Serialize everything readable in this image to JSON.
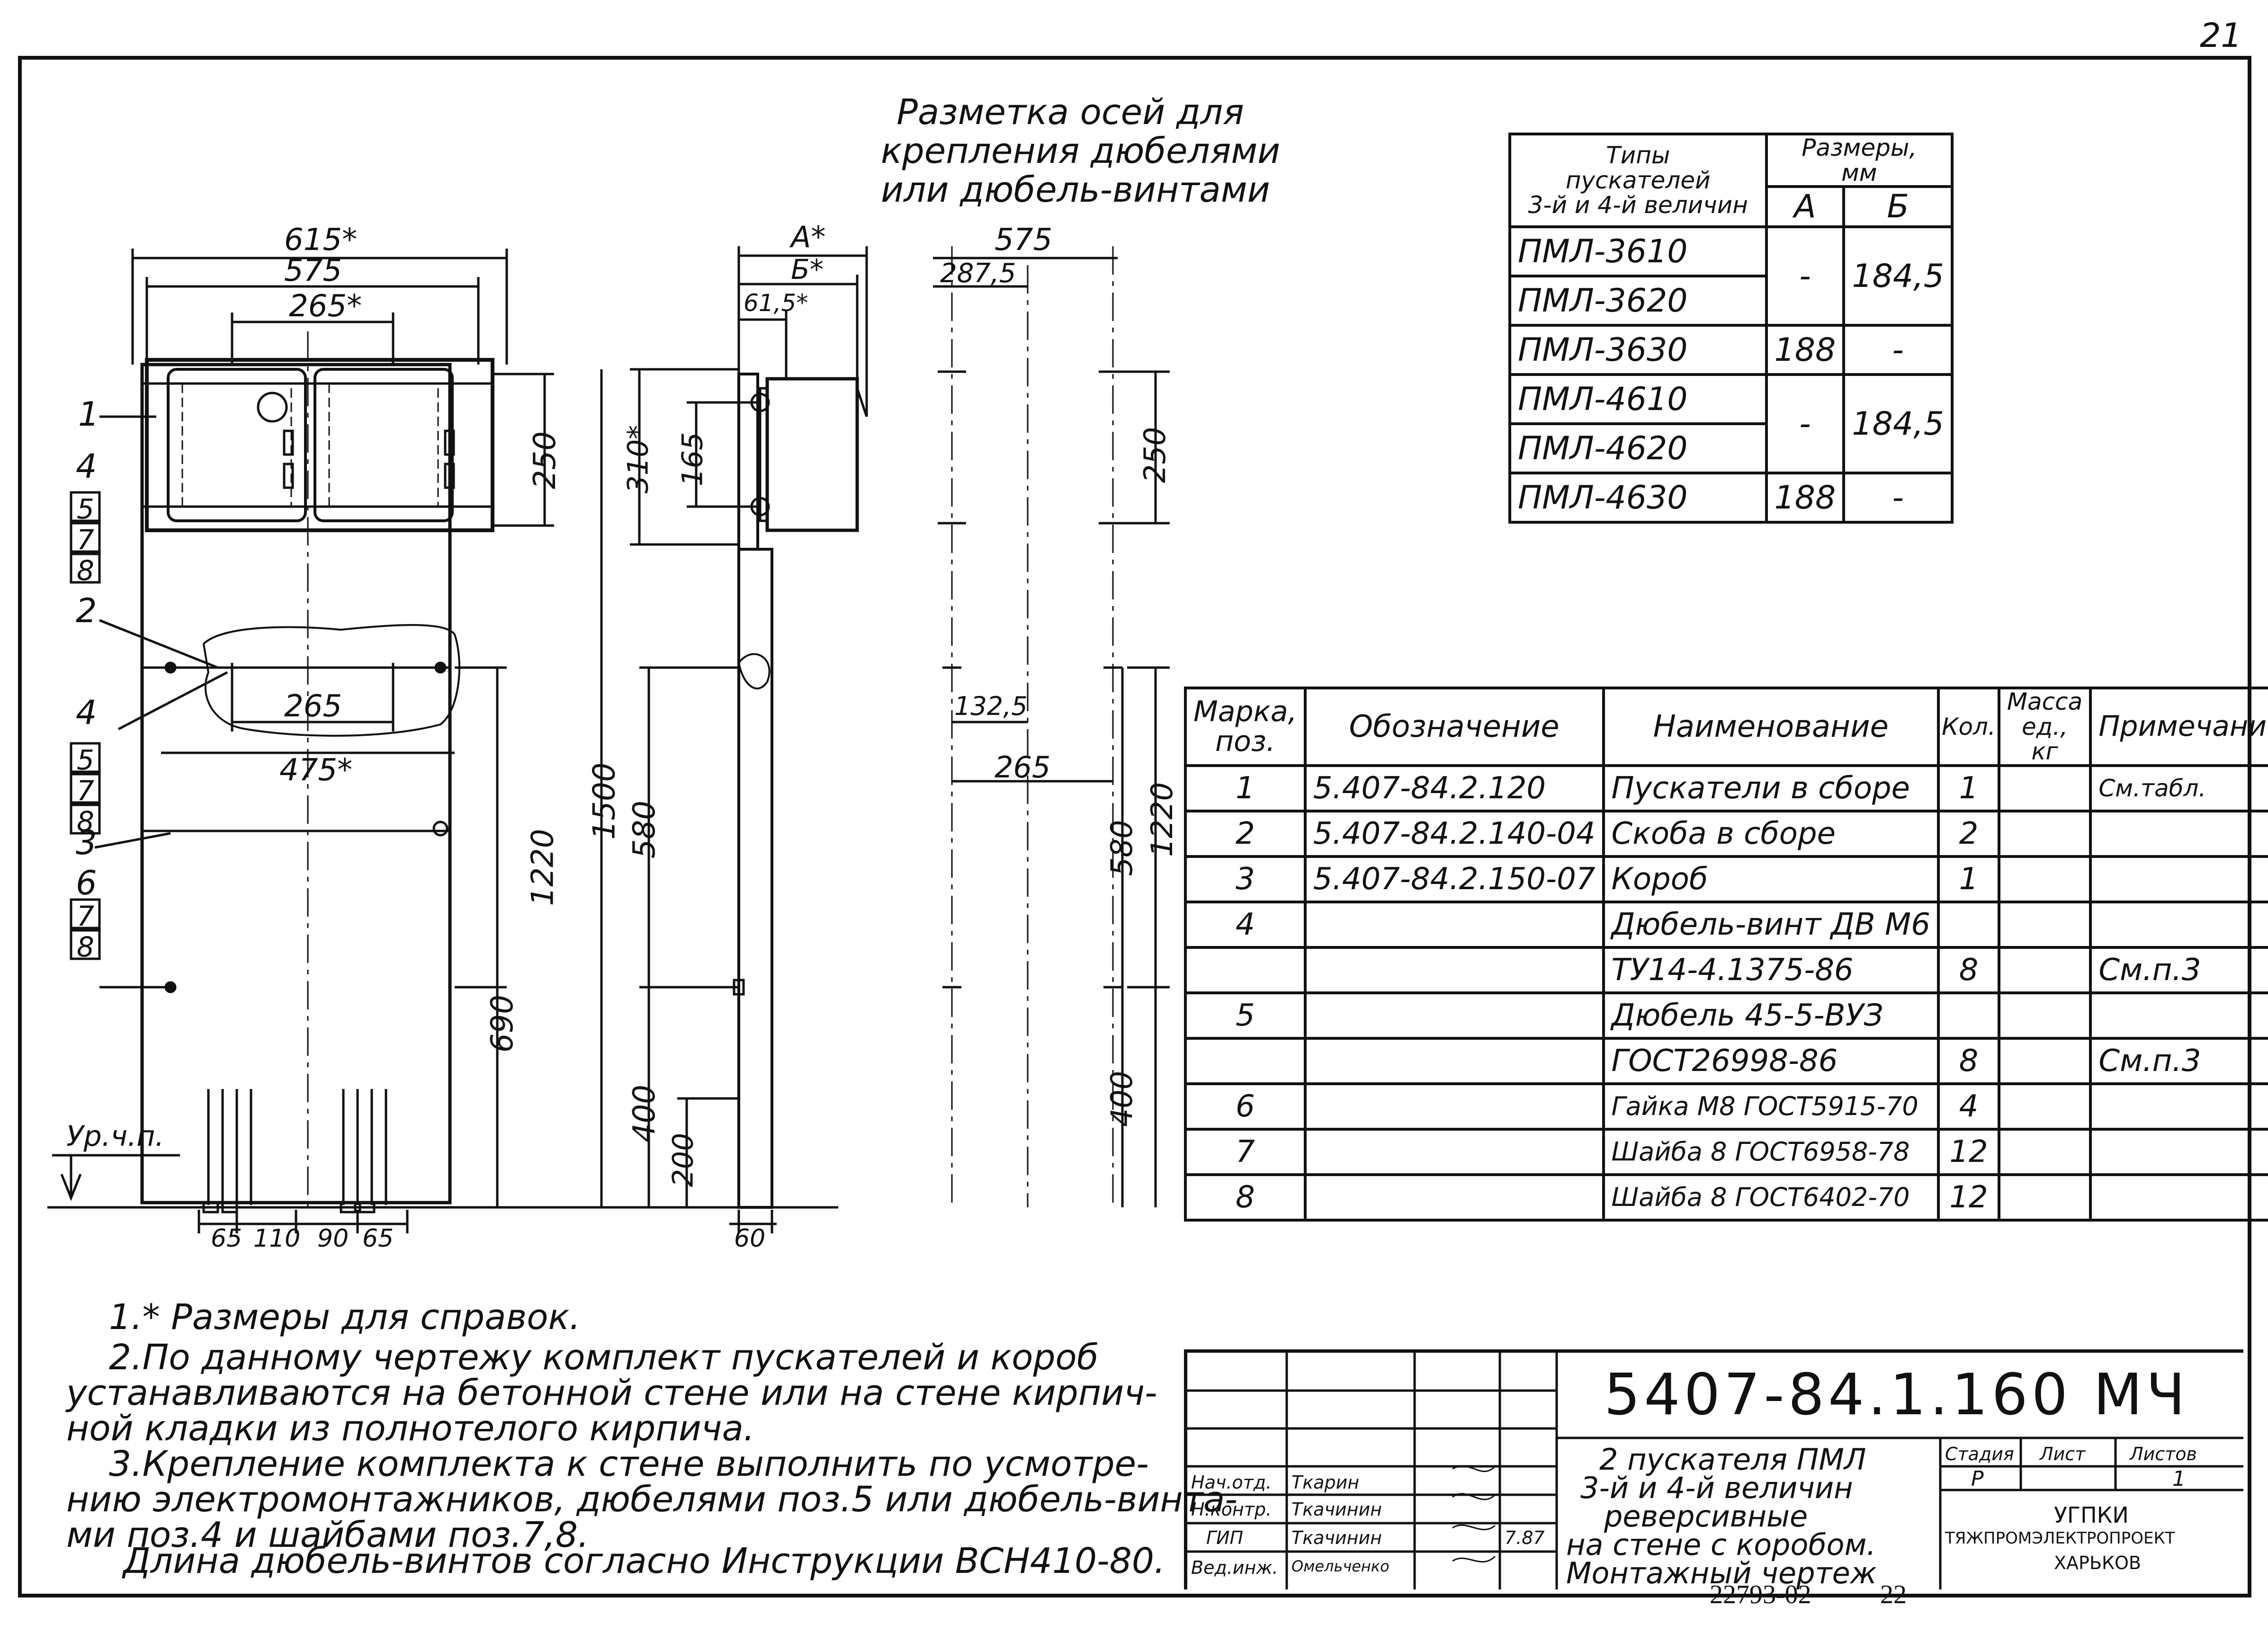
{
  "page_number": "21",
  "axis_heading": [
    "Разметка осей для",
    "крепления дюбелями",
    "или дюбель-винтами"
  ],
  "types_table": {
    "header_types": [
      "Типы",
      "пускателей",
      "3-й и 4-й величин"
    ],
    "header_sizes": [
      "Размеры,",
      "мм"
    ],
    "col_a": "А",
    "col_b": "Б",
    "rows": [
      {
        "type": "ПМЛ-3610",
        "a": "-",
        "b": "184,5"
      },
      {
        "type": "ПМЛ-3620",
        "a": "",
        "b": ""
      },
      {
        "type": "ПМЛ-3630",
        "a": "188",
        "b": "-"
      },
      {
        "type": "ПМЛ-4610",
        "a": "-",
        "b": "184,5"
      },
      {
        "type": "ПМЛ-4620",
        "a": "",
        "b": ""
      },
      {
        "type": "ПМЛ-4630",
        "a": "188",
        "b": "-"
      }
    ]
  },
  "spec_table": {
    "headers": {
      "mark": "Марка, поз.",
      "designation": "Обозначение",
      "name": "Наименование",
      "qty": "Кол.",
      "mass": "Масса ед., кг",
      "note": "Примечание"
    },
    "rows": [
      {
        "mark": "1",
        "designation": "5.407-84.2.120",
        "name": "Пускатели в сборе",
        "qty": "1",
        "note": "См.табл."
      },
      {
        "mark": "2",
        "designation": "5.407-84.2.140-04",
        "name": "Скоба в сборе",
        "qty": "2",
        "note": ""
      },
      {
        "mark": "3",
        "designation": "5.407-84.2.150-07",
        "name": "Короб",
        "qty": "1",
        "note": ""
      },
      {
        "mark": "4",
        "designation": "",
        "name": "Дюбель-винт ДВ М6",
        "qty": "",
        "note": ""
      },
      {
        "mark": "",
        "designation": "",
        "name": "ТУ14-4.1375-86",
        "qty": "8",
        "note": "См.п.3"
      },
      {
        "mark": "5",
        "designation": "",
        "name": "Дюбель 45-5-ВУЗ",
        "qty": "",
        "note": ""
      },
      {
        "mark": "",
        "designation": "",
        "name": "ГОСТ26998-86",
        "qty": "8",
        "note": "См.п.3"
      },
      {
        "mark": "6",
        "designation": "",
        "name": "Гайка М8 ГОСТ5915-70",
        "qty": "4",
        "note": ""
      },
      {
        "mark": "7",
        "designation": "",
        "name": "Шайба 8 ГОСТ6958-78",
        "qty": "12",
        "note": ""
      },
      {
        "mark": "8",
        "designation": "",
        "name": "Шайба 8 ГОСТ6402-70",
        "qty": "12",
        "note": ""
      }
    ]
  },
  "dimensions": {
    "front": {
      "d615": "615*",
      "d575": "575",
      "d265top": "265*",
      "d265mid": "265",
      "d475": "475*",
      "d250": "250",
      "d1220": "1220",
      "d690": "690",
      "d65a": "65",
      "d110": "110",
      "d90": "90",
      "d65b": "65",
      "floor": "Ур.ч.п."
    },
    "side": {
      "dA": "А*",
      "dB": "Б*",
      "d615": "61,5*",
      "d310": "310*",
      "d165": "165",
      "d1500": "1500",
      "d580": "580",
      "d400": "400",
      "d200": "200",
      "d60": "60"
    },
    "axes": {
      "d575": "575",
      "d2875": "287,5",
      "d1325": "132,5",
      "d265": "265",
      "d250": "250",
      "d580": "580",
      "d1220": "1220",
      "d400": "400"
    }
  },
  "callouts": [
    "1",
    "4",
    "5",
    "7",
    "8",
    "2",
    "4",
    "5",
    "7",
    "8",
    "3",
    "6",
    "7",
    "8"
  ],
  "notes": [
    "1.* Размеры для справок.",
    "2.По данному чертежу комплект пускателей и короб",
    "устанавливаются на бетонной стене или на стене кирпич-",
    "ной кладки из полнотелого кирпича.",
    "3.Крепление комплекта к стене выполнить по усмотре-",
    "нию электромонтажников, дюбелями поз.5 или дюбель-винта-",
    "ми поз.4 и шайбами поз.7,8.",
    "Длина дюбель-винтов согласно Инструкции ВСН410-80."
  ],
  "title_block": {
    "code": "5407-84.1.160 МЧ",
    "title": [
      "2 пускателя ПМЛ",
      "3-й и 4-й величин",
      "реверсивные",
      "на стене с коробом.",
      "Монтажный чертеж"
    ],
    "stage_label": "Стадия",
    "sheet_label": "Лист",
    "sheets_label": "Листов",
    "stage": "Р",
    "sheets": "1",
    "org": [
      "УГПКИ",
      "ТЯЖПРОМЭЛЕКТРОПРОЕКТ",
      "ХАРЬКОВ"
    ],
    "roles": [
      {
        "role": "Нач.отд.",
        "name": "Ткарин"
      },
      {
        "role": "Н.контр.",
        "name": "Ткачинин"
      },
      {
        "role": "ГИП",
        "name": "Ткачинин"
      },
      {
        "role": "Вед.инж.",
        "name": "Омельченко"
      }
    ],
    "date": "7.87"
  },
  "bottom_code": "22793-02",
  "bottom_page": "22"
}
